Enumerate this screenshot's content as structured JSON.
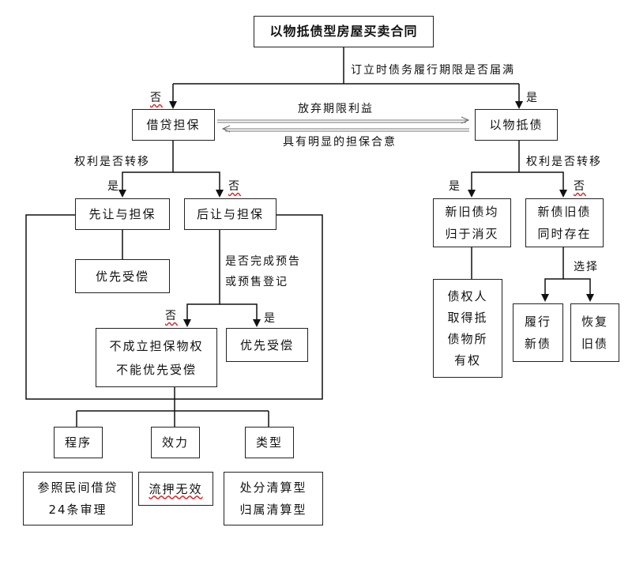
{
  "diagram": {
    "title": "以物抵债型房屋买卖合同",
    "question_top": "订立时债务履行期限是否届满",
    "no_left": "否",
    "yes_right": "是",
    "loan_guarantee": "借贷担保",
    "debt_by_goods": "以物抵债",
    "arrow_right_label": "放弃期限利益",
    "arrow_left_label": "具有明显的担保合意",
    "transfer_left": "权利是否转移",
    "transfer_right": "权利是否转移",
    "yes_a": "是",
    "no_a": "否",
    "yes_b": "是",
    "no_b": "否",
    "first_transfer": "先让与担保",
    "later_transfer": "后让与担保",
    "priority_1": "优先受偿",
    "registration_q_1": "是否完成预告",
    "registration_q_2": "或预售登记",
    "no_c": "否",
    "yes_c": "是",
    "no_guarantee_1": "不成立担保物权",
    "no_guarantee_2": "不能优先受偿",
    "priority_2": "优先受偿",
    "old_new_extinct_1": "新旧债均",
    "old_new_extinct_2": "归于消灭",
    "creditor_1": "债权人",
    "creditor_2": "取得抵",
    "creditor_3": "债物所",
    "creditor_4": "有权",
    "coexist_1": "新债旧债",
    "coexist_2": "同时存在",
    "choose": "选择",
    "perform_new_1": "履行",
    "perform_new_2": "新债",
    "restore_old_1": "恢复",
    "restore_old_2": "旧债",
    "procedure": "程序",
    "effect": "效力",
    "type": "类型",
    "procedure_detail_1": "参照民间借贷",
    "procedure_detail_2": "24条审理",
    "effect_detail": "流押无效",
    "type_detail_1": "处分清算型",
    "type_detail_2": "归属清算型"
  }
}
